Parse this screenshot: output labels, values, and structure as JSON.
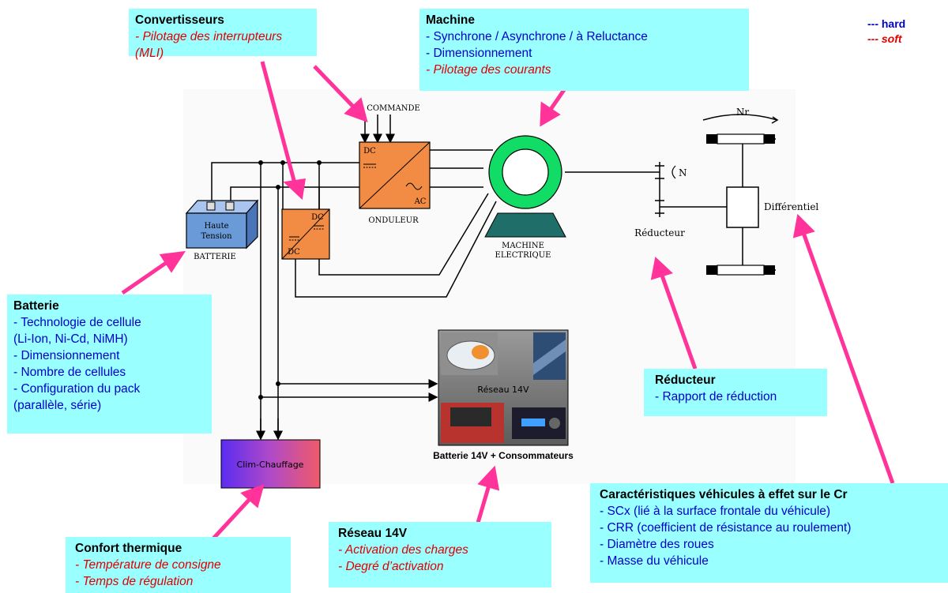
{
  "legend": {
    "hard": "--- hard",
    "soft": "--- soft"
  },
  "boxes": {
    "convertisseurs": {
      "title": "Convertisseurs",
      "lines": [
        {
          "text": "- Pilotage des interrupteurs (MLI)",
          "kind": "soft"
        }
      ]
    },
    "machine": {
      "title": "Machine",
      "lines": [
        {
          "text": "- Synchrone / Asynchrone / à Reluctance",
          "kind": "hard"
        },
        {
          "text": "- Dimensionnement",
          "kind": "hard"
        },
        {
          "text": "- Pilotage des courants",
          "kind": "soft"
        }
      ]
    },
    "batterie": {
      "title": "Batterie",
      "lines": [
        {
          "text": "- Technologie de cellule",
          "kind": "hard"
        },
        {
          "text": "(Li-Ion, Ni-Cd, NiMH)",
          "kind": "hard"
        },
        {
          "text": "- Dimensionnement",
          "kind": "hard"
        },
        {
          "text": "- Nombre de cellules",
          "kind": "hard"
        },
        {
          "text": "- Configuration du pack",
          "kind": "hard"
        },
        {
          "text": "(parallèle, série)",
          "kind": "hard"
        }
      ]
    },
    "reducteur": {
      "title": "Réducteur",
      "lines": [
        {
          "text": "- Rapport de réduction",
          "kind": "hard"
        }
      ]
    },
    "caracteristiques": {
      "title": "Caractéristiques véhicules à effet sur le Cr",
      "lines": [
        {
          "text": "- SCx (lié à la surface frontale du véhicule)",
          "kind": "hard"
        },
        {
          "text": "- CRR (coefficient de résistance au roulement)",
          "kind": "hard"
        },
        {
          "text": "- Diamètre des roues",
          "kind": "hard"
        },
        {
          "text": "- Masse du véhicule",
          "kind": "hard"
        }
      ]
    },
    "reseau": {
      "title": "Réseau 14V",
      "lines": [
        {
          "text": "- Activation des charges",
          "kind": "soft"
        },
        {
          "text": "- Degré d’activation",
          "kind": "soft"
        }
      ]
    },
    "confort": {
      "title": "Confort thermique",
      "lines": [
        {
          "text": "- Température de consigne",
          "kind": "soft"
        },
        {
          "text": "- Temps de régulation",
          "kind": "soft"
        }
      ]
    }
  },
  "schematic": {
    "commande": "COMMANDE",
    "dc": "DC",
    "ac": "AC",
    "onduleur": "ONDULEUR",
    "haute": "Haute",
    "tension": "Tension",
    "batterie": "BATTERIE",
    "machine_line1": "MACHINE",
    "machine_line2": "ELECTRIQUE",
    "reducteur": "Réducteur",
    "differentiel": "Différentiel",
    "nr": "Nr",
    "n": "N",
    "reseau_photo": "Réseau 14V",
    "batterie14": "Batterie 14V + Consommateurs",
    "clim": "Clim-Chauffage"
  },
  "colors": {
    "box": "#99ffff",
    "arrow": "#ff3399",
    "hard": "#0000cc",
    "soft": "#e00000",
    "converter": "#f28c44",
    "machine": "#11dd66",
    "battery": "#6a9ad8"
  }
}
